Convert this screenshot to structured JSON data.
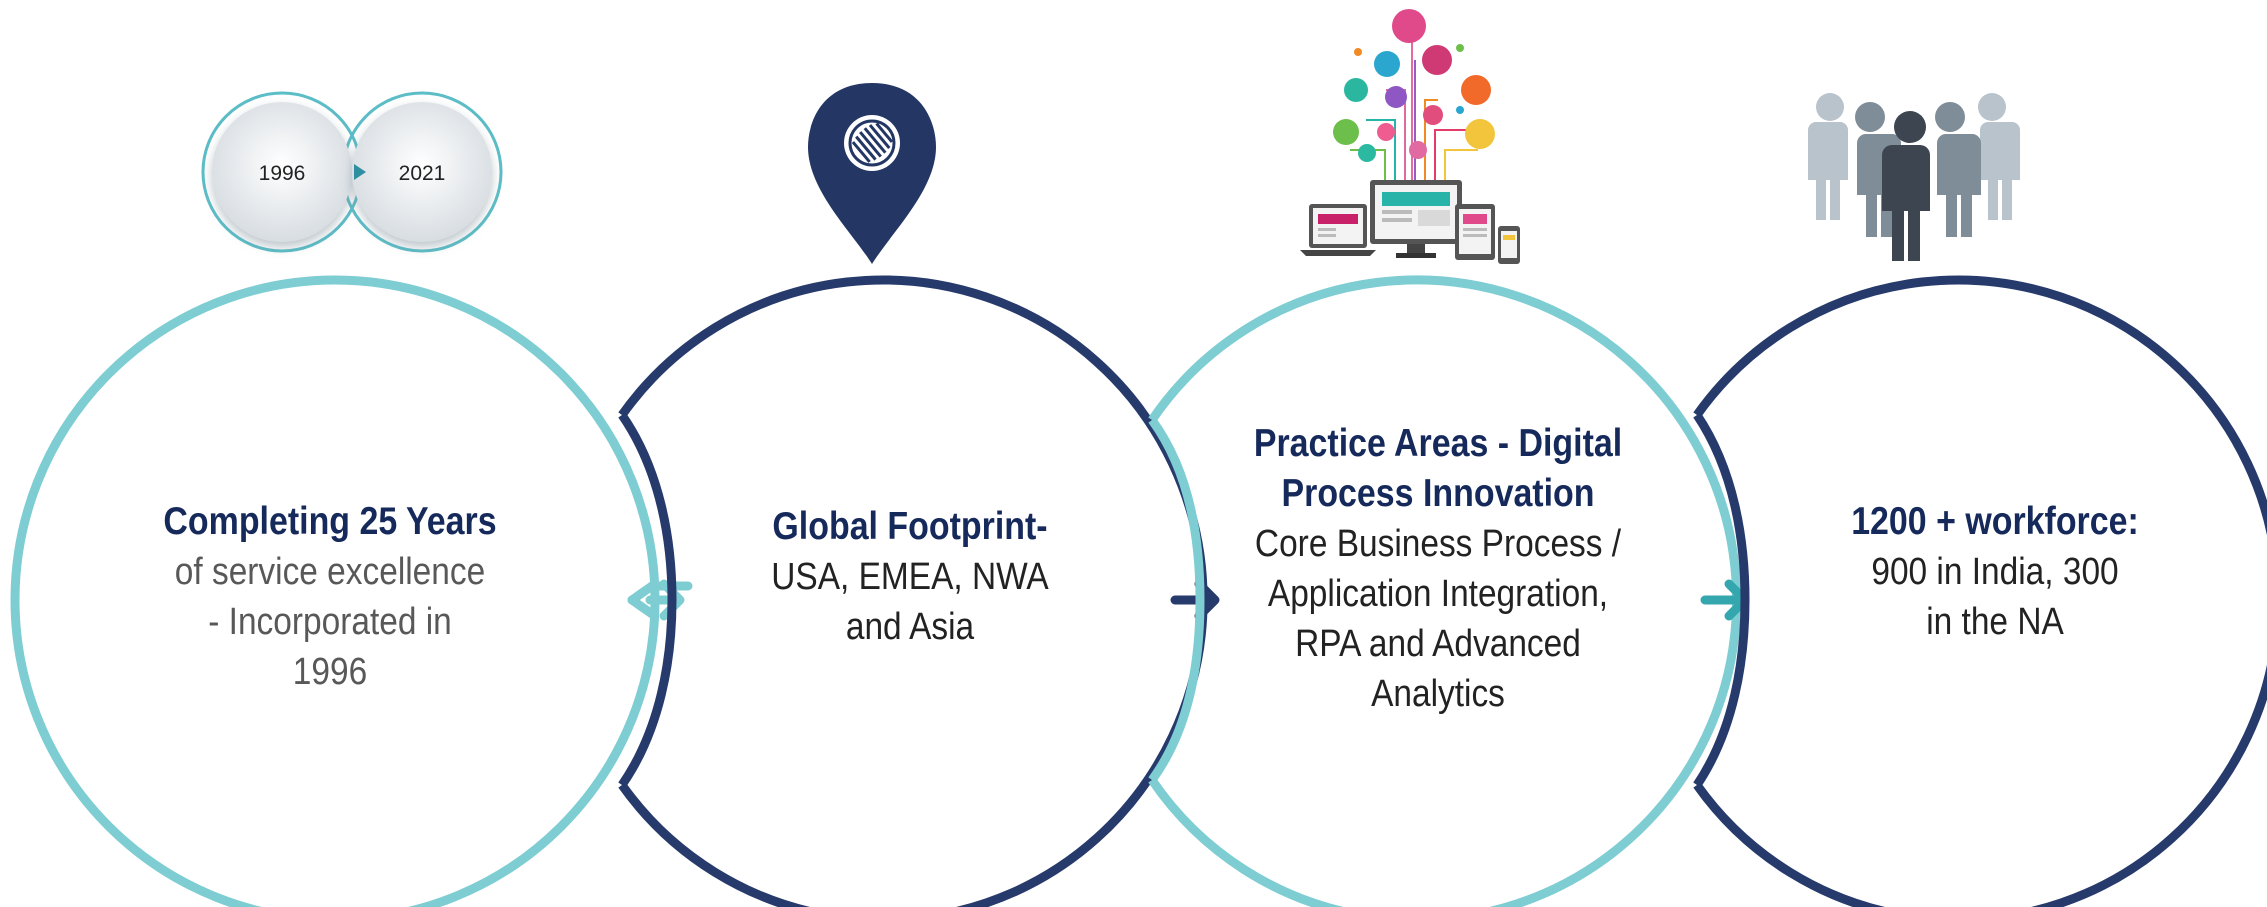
{
  "timeline": {
    "start_year": "1996",
    "end_year": "2021"
  },
  "steps": [
    {
      "title": "Completing 25 Years",
      "lines": [
        "of service excellence",
        "- Incorporated in",
        "1996"
      ]
    },
    {
      "title": "Global Footprint-",
      "lines": [
        "USA, EMEA, NWA",
        "and Asia"
      ]
    },
    {
      "title_lines": [
        "Practice Areas - Digital",
        "Process Innovation"
      ],
      "lines": [
        "Core Business Process /",
        "Application Integration,",
        "RPA and Advanced",
        "Analytics"
      ]
    },
    {
      "title": "1200 + workforce:",
      "lines": [
        "900 in India, 300",
        "in the NA"
      ]
    }
  ],
  "colors": {
    "teal": "#7dcdd3",
    "navy": "#263a6b",
    "title": "#16295b",
    "muted_text": "#585858"
  },
  "icons": [
    "timeline-1996-2021-icon",
    "location-pin-icon",
    "digital-devices-icon",
    "workforce-people-icon"
  ]
}
